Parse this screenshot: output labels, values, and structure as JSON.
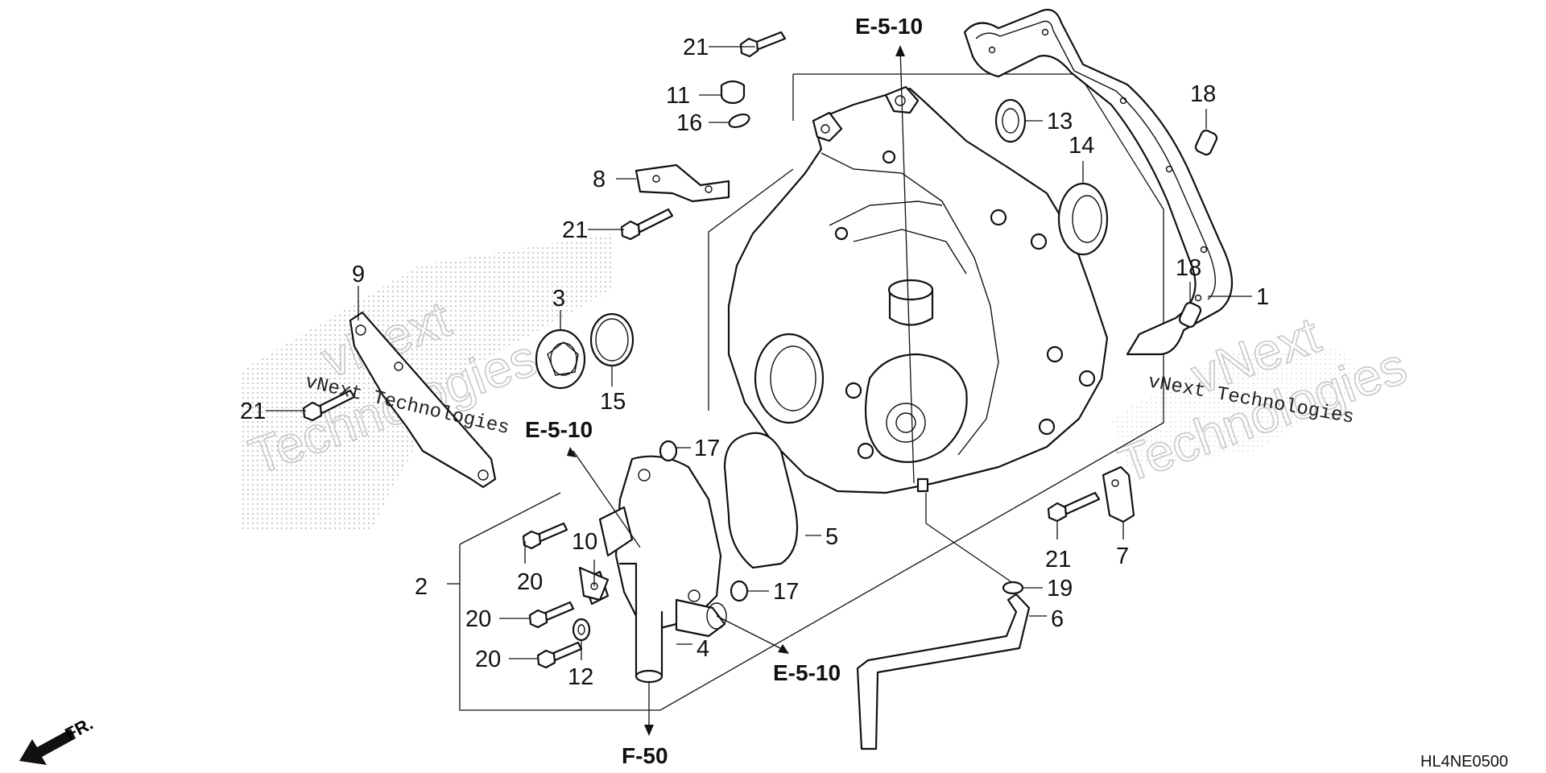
{
  "diagram_code": "HL4NE0500",
  "front_marker": "FR.",
  "watermark": {
    "brand": "vNext",
    "suffix": "Technologies",
    "line": "vNext Technologies"
  },
  "references": {
    "top": "E-5-10",
    "left": "E-5-10",
    "bottom": "E-5-10",
    "hose_out": "F-50"
  },
  "callouts": {
    "c1": "1",
    "c2": "2",
    "c3": "3",
    "c4": "4",
    "c5": "5",
    "c6": "6",
    "c7": "7",
    "c8": "8",
    "c9": "9",
    "c10": "10",
    "c11": "11",
    "c12": "12",
    "c13": "13",
    "c14": "14",
    "c15": "15",
    "c16": "16",
    "c17a": "17",
    "c17b": "17",
    "c18a": "18",
    "c18b": "18",
    "c19": "19",
    "c20a": "20",
    "c20b": "20",
    "c20c": "20",
    "c21a": "21",
    "c21b": "21",
    "c21c": "21",
    "c21d": "21"
  }
}
